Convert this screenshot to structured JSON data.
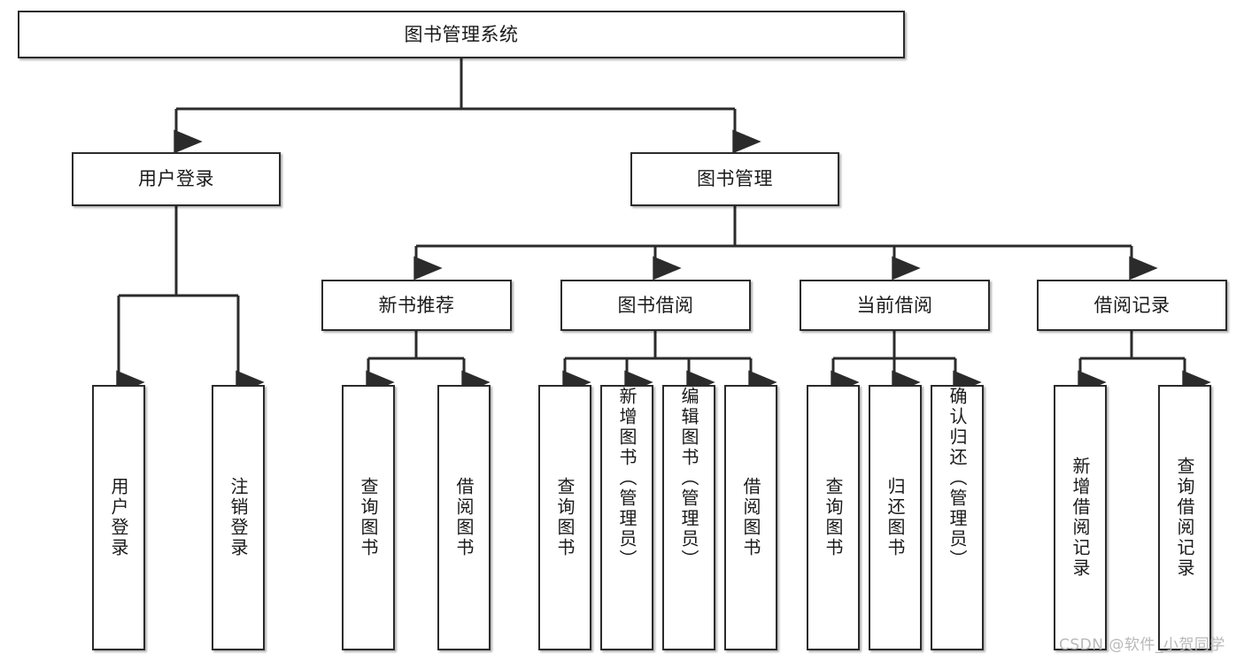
{
  "diagram": {
    "title": "图书管理系统",
    "type": "tree-hierarchy-diagram",
    "watermark": "CSDN @软件_小贺同学",
    "colors": {
      "box_border": "#2b2b2b",
      "box_fill": "#ffffff",
      "edge": "#2b2b2b",
      "text": "#1a1a1a",
      "watermark": "#b9b9b9",
      "background": "#ffffff"
    },
    "root": {
      "label": "图书管理系统"
    },
    "level2": [
      {
        "id": "user-login",
        "label": "用户登录"
      },
      {
        "id": "book-management",
        "label": "图书管理"
      }
    ],
    "level3": [
      {
        "id": "new-book-recommend",
        "label": "新书推荐"
      },
      {
        "id": "book-borrow",
        "label": "图书借阅"
      },
      {
        "id": "current-borrow",
        "label": "当前借阅"
      },
      {
        "id": "borrow-record",
        "label": "借阅记录"
      }
    ],
    "leaves": {
      "user_login": [
        {
          "id": "leaf-user-login",
          "label": "用户登录"
        },
        {
          "id": "leaf-logout-login",
          "label": "注销登录"
        }
      ],
      "new_book_recommend": [
        {
          "id": "leaf-query-book-1",
          "label": "查询图书"
        },
        {
          "id": "leaf-borrow-book-1",
          "label": "借阅图书"
        }
      ],
      "book_borrow": [
        {
          "id": "leaf-query-book-2",
          "label": "查询图书"
        },
        {
          "id": "leaf-add-book",
          "label": "新增图书（管理员）"
        },
        {
          "id": "leaf-edit-book",
          "label": "编辑图书（管理员）"
        },
        {
          "id": "leaf-borrow-book-2",
          "label": "借阅图书"
        }
      ],
      "current_borrow": [
        {
          "id": "leaf-query-book-3",
          "label": "查询图书"
        },
        {
          "id": "leaf-return-book",
          "label": "归还图书"
        },
        {
          "id": "leaf-confirm-return",
          "label": "确认归还（管理员）"
        }
      ],
      "borrow_record": [
        {
          "id": "leaf-add-record",
          "label": "新增借阅记录"
        },
        {
          "id": "leaf-query-record",
          "label": "查询借阅记录"
        }
      ]
    }
  }
}
